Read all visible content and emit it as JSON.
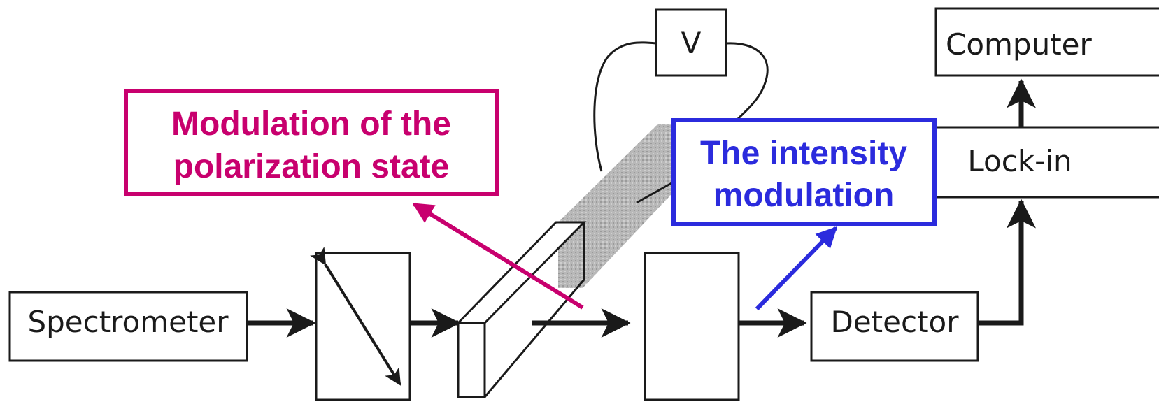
{
  "labels": {
    "spectrometer": "Spectrometer",
    "voltage": "V",
    "computer": "Computer",
    "lockin": "Lock-in",
    "detector": "Detector"
  },
  "callouts": {
    "polarization": {
      "line1": "Modulation of the",
      "line2": "polarization state",
      "color": "#c8006e"
    },
    "intensity": {
      "line1": "The intensity",
      "line2": "modulation",
      "color": "#2b2bdd"
    }
  },
  "colors": {
    "line": "#1a1a1a",
    "modulator_fill": "#b8b8b8"
  }
}
